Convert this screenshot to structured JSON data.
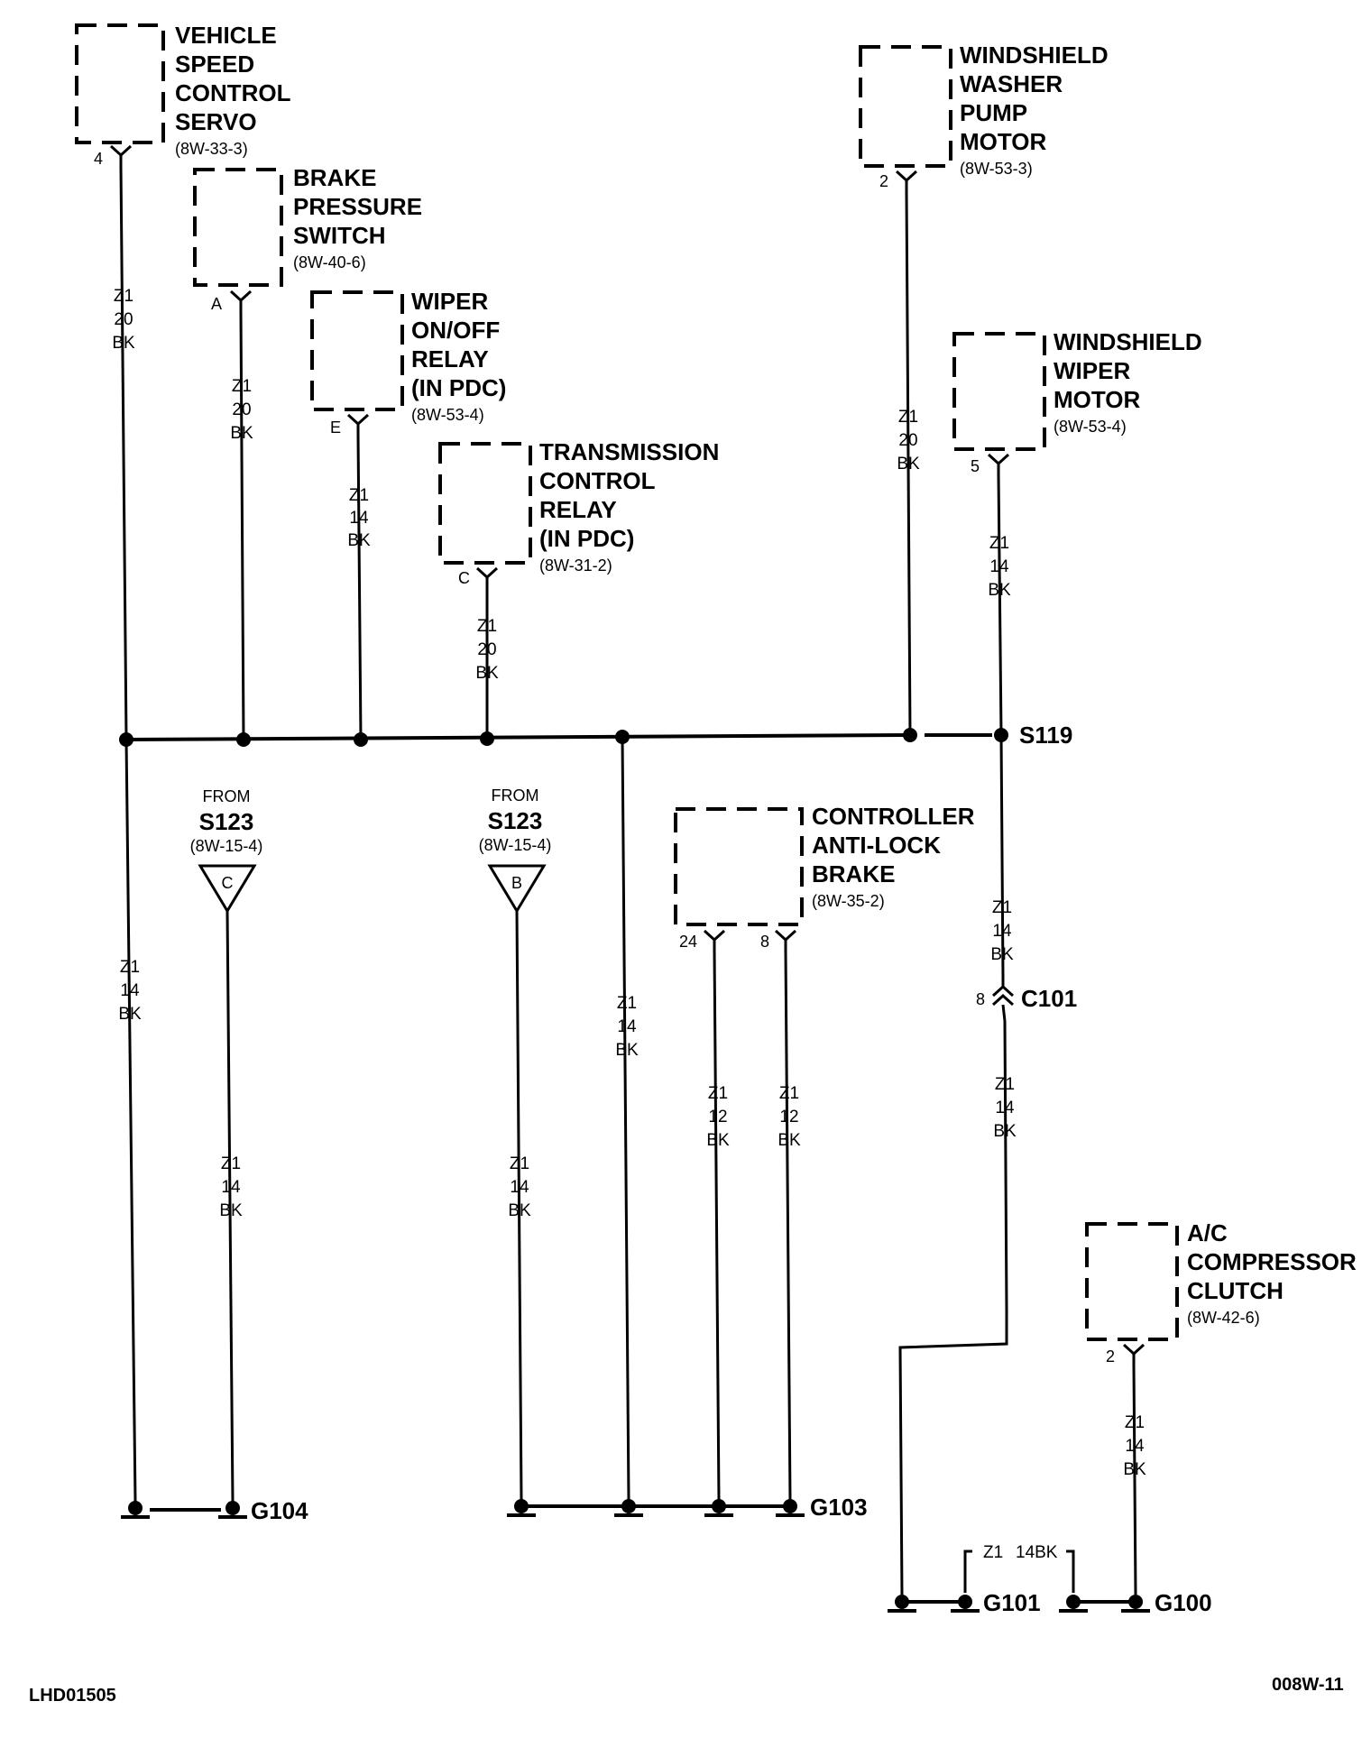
{
  "components": {
    "speed_servo": {
      "lines": [
        "VEHICLE",
        "SPEED",
        "CONTROL",
        "SERVO"
      ],
      "ref": "(8W-33-3)",
      "pin": "4"
    },
    "brake_switch": {
      "lines": [
        "BRAKE",
        "PRESSURE",
        "SWITCH"
      ],
      "ref": "(8W-40-6)",
      "pin": "A"
    },
    "wiper_relay": {
      "lines": [
        "WIPER",
        "ON/OFF",
        "RELAY",
        "(IN PDC)"
      ],
      "ref": "(8W-53-4)",
      "pin": "E"
    },
    "trans_relay": {
      "lines": [
        "TRANSMISSION",
        "CONTROL",
        "RELAY",
        "(IN PDC)"
      ],
      "ref": "(8W-31-2)",
      "pin": "C"
    },
    "washer_motor": {
      "lines": [
        "WINDSHIELD",
        "WASHER",
        "PUMP",
        "MOTOR"
      ],
      "ref": "(8W-53-3)",
      "pin": "2"
    },
    "wiper_motor": {
      "lines": [
        "WINDSHIELD",
        "WIPER",
        "MOTOR"
      ],
      "ref": "(8W-53-4)",
      "pin": "5"
    },
    "abs_controller": {
      "lines": [
        "CONTROLLER",
        "ANTI-LOCK",
        "BRAKE"
      ],
      "ref": "(8W-35-2)",
      "pin_a": "24",
      "pin_b": "8"
    },
    "ac_clutch": {
      "lines": [
        "A/C",
        "COMPRESSOR",
        "CLUTCH"
      ],
      "ref": "(8W-42-6)",
      "pin": "2"
    }
  },
  "from_splices": [
    {
      "from": "FROM",
      "name": "S123",
      "ref": "(8W-15-4)",
      "letter": "C"
    },
    {
      "from": "FROM",
      "name": "S123",
      "ref": "(8W-15-4)",
      "letter": "B"
    }
  ],
  "wires": {
    "w_z1_20": [
      "Z1",
      "20",
      "BK"
    ],
    "w_z1_14": [
      "Z1",
      "14",
      "BK"
    ],
    "w_z1_12": [
      "Z1",
      "12",
      "BK"
    ]
  },
  "splice": {
    "name": "S119"
  },
  "connector": {
    "name": "C101",
    "pin": "8"
  },
  "grounds": {
    "g104": "G104",
    "g103": "G103",
    "g101": "G101",
    "g100": "G100"
  },
  "jumper_label": {
    "circuit": "Z1",
    "gauge_color": "14BK"
  },
  "footer": {
    "left": "LHD01505",
    "right": "008W-11"
  }
}
